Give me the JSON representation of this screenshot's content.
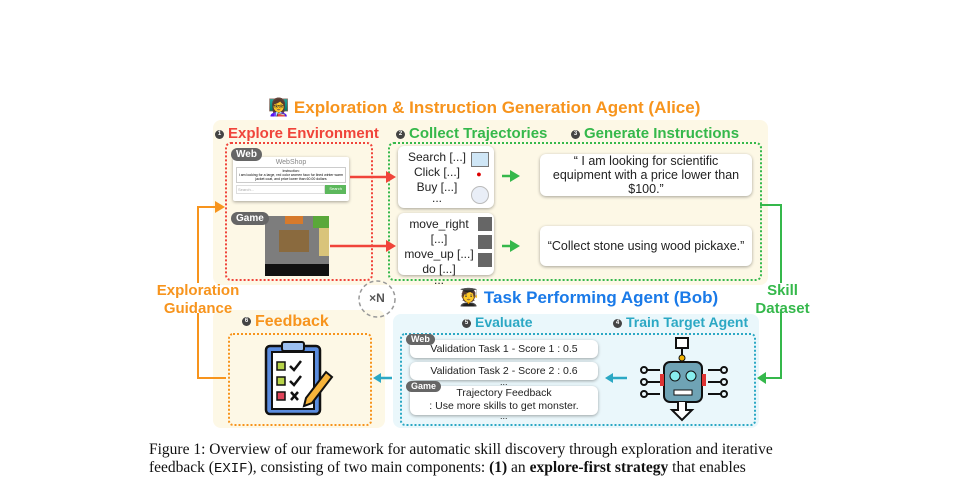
{
  "alice": {
    "title": "Exploration & Instruction Generation Agent (Alice)",
    "step1": "Explore Environment",
    "step2": "Collect Trajectories",
    "step3": "Generate Instructions",
    "web_tag": "Web",
    "game_tag": "Game",
    "webshop_title": "WebShop",
    "webshop_instruction_label": "Instruction:",
    "webshop_instruction": "i am looking for a large, red color women faux fur lined winter warm jacket coat, and price lower than 60.00 dollars",
    "webshop_search_placeholder": "Search...",
    "webshop_search_btn": "Search",
    "traj_web": [
      "Search [...]",
      "Click [...]",
      "Buy [...]",
      "..."
    ],
    "traj_game": [
      "move_right [...]",
      "move_up [...]",
      "do [...]",
      "..."
    ],
    "instr_web": "“ I am looking for scientific equipment with a price lower than $100.”",
    "instr_game": "“Collect stone using wood pickaxe.”"
  },
  "loop": {
    "left": "Exploration Guidance",
    "right": "Skill Dataset",
    "repeat": "×N"
  },
  "bob": {
    "title": "Task Performing Agent (Bob)",
    "step4": "Train Target Agent",
    "step5": "Evaluate",
    "step6": "Feedback",
    "web_tag": "Web",
    "game_tag": "Game",
    "val1": "Validation Task 1 - Score 1 : 0.5",
    "val2": "Validation Task 2 - Score 2 : 0.6",
    "ellipsis": "...",
    "fb_title": "Trajectory Feedback",
    "fb_text": ": Use more skills to get monster."
  },
  "nums": {
    "n1": "1",
    "n2": "2",
    "n3": "3",
    "n4": "4",
    "n5": "5",
    "n6": "6"
  },
  "caption": {
    "line1": "Figure 1: Overview of our framework for automatic skill discovery through exploration and iterative",
    "line2_a": "feedback (",
    "line2_code": "EXIF",
    "line2_b": "), consisting of two main components: ",
    "line2_c": "(1)",
    "line2_d": " an ",
    "line2_e": "explore-first strategy",
    "line2_f": " that enables"
  },
  "colors": {
    "orange": "#f7941d",
    "red": "#f0443a",
    "green": "#35b84b",
    "blue": "#1a7ae8",
    "cyan": "#2ba8c4"
  }
}
